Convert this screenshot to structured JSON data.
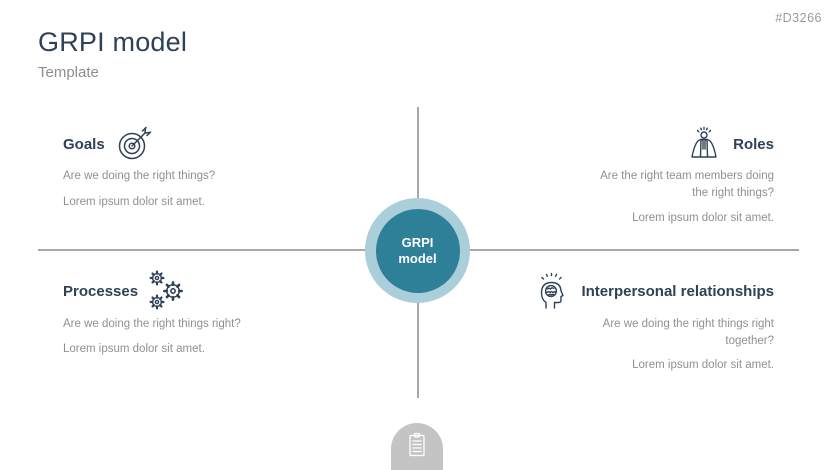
{
  "meta": {
    "code": "#D3266"
  },
  "header": {
    "title": "GRPI model",
    "subtitle": "Template"
  },
  "center": {
    "line1": "GRPI",
    "line2": "model"
  },
  "quadrants": {
    "goals": {
      "title": "Goals",
      "icon": "target-icon",
      "question": "Are we doing the right things?",
      "note": "Lorem ipsum dolor sit amet."
    },
    "roles": {
      "title": "Roles",
      "icon": "leader-icon",
      "question": "Are the right team members doing the right things?",
      "note": "Lorem ipsum dolor sit amet."
    },
    "processes": {
      "title": "Processes",
      "icon": "gears-icon",
      "question": "Are we doing the right things right?",
      "note": "Lorem ipsum dolor sit amet."
    },
    "interpersonal": {
      "title": "Interpersonal relationships",
      "icon": "mind-icon",
      "question": "Are we doing the right things right together?",
      "note": "Lorem ipsum dolor sit amet."
    }
  },
  "footer": {
    "icon": "clipboard-icon"
  },
  "colors": {
    "navy": "#2f4157",
    "teal": "#2e7f98",
    "teal_light": "#aacfdb",
    "body_gray": "#909090",
    "line_gray": "#a8a8a8",
    "tab_gray": "#c4c4c4"
  }
}
